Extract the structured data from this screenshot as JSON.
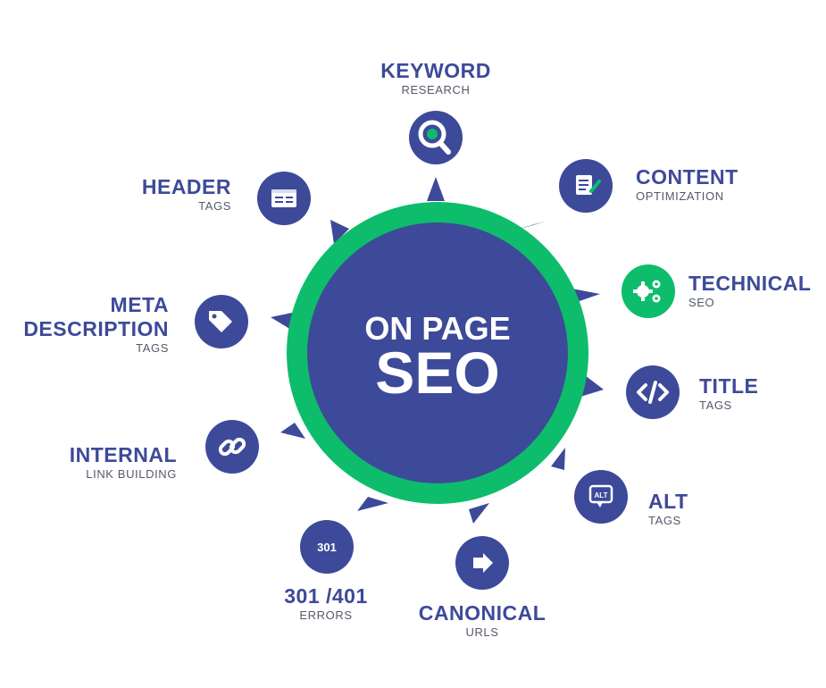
{
  "center": {
    "line1": "ON PAGE",
    "line2": "SEO"
  },
  "nodes": [
    {
      "id": "keyword",
      "title": "KEYWORD",
      "subtitle": "RESEARCH",
      "icon": "magnifier-icon"
    },
    {
      "id": "content",
      "title": "CONTENT",
      "subtitle": "OPTIMIZATION",
      "icon": "document-pencil-icon"
    },
    {
      "id": "technical",
      "title": "TECHNICAL",
      "subtitle": "SEO",
      "icon": "gears-icon"
    },
    {
      "id": "title",
      "title": "TITLE",
      "subtitle": "TAGS",
      "icon": "code-icon"
    },
    {
      "id": "alt",
      "title": "ALT",
      "subtitle": "TAGS",
      "icon": "alt-bubble-icon",
      "badge": "ALT"
    },
    {
      "id": "canonical",
      "title": "CANONICAL",
      "subtitle": "URLS",
      "icon": "arrow-right-icon"
    },
    {
      "id": "errors",
      "title": "301 /401",
      "subtitle": "ERRORS",
      "icon": "301-badge-icon",
      "badge": "301"
    },
    {
      "id": "internal",
      "title": "INTERNAL",
      "subtitle": "LINK BUILDING",
      "icon": "chain-link-icon"
    },
    {
      "id": "meta",
      "title": "META",
      "title2": "DESCRIPTION",
      "subtitle": "TAGS",
      "icon": "tags-icon"
    },
    {
      "id": "header",
      "title": "HEADER",
      "subtitle": "TAGS",
      "icon": "header-card-icon"
    }
  ],
  "colors": {
    "primary": "#3d4a99",
    "green": "#0dbd6b",
    "white": "#ffffff"
  }
}
